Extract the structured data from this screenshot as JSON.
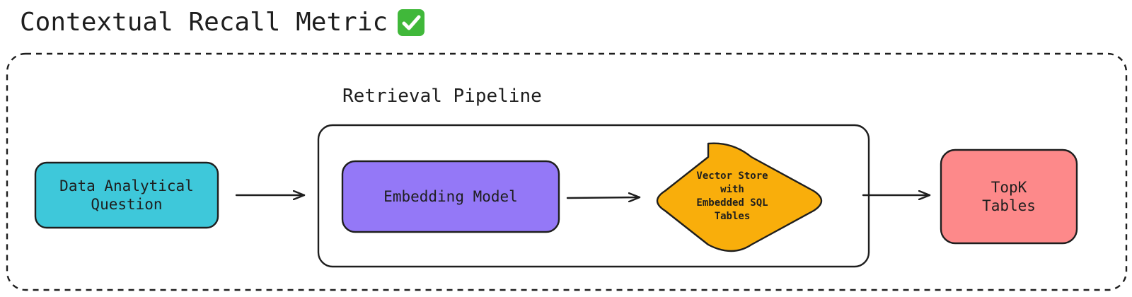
{
  "title": "Contextual Recall Metric",
  "title_icon": "check-mark-button-icon",
  "pipeline_label": "Retrieval Pipeline",
  "nodes": {
    "question": {
      "label": "Data Analytical\nQuestion",
      "color": "#3ec8da"
    },
    "embedding_model": {
      "label": "Embedding Model",
      "color": "#9478f7"
    },
    "vector_store": {
      "label": "Vector Store\nwith\nEmbedded SQL\nTables",
      "color": "#f9ae0b"
    },
    "topk_tables": {
      "label": "TopK\nTables",
      "color": "#fd898a"
    }
  },
  "colors": {
    "stroke": "#1e1e1e",
    "check_bg": "#40b83a"
  }
}
